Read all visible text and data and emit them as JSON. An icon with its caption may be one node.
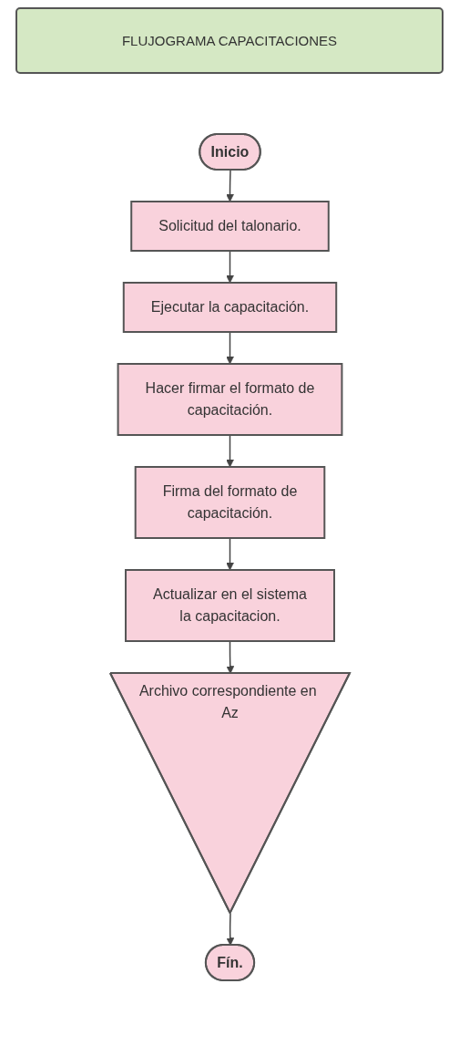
{
  "diagram": {
    "title": "FLUJOGRAMA CAPACITACIONES",
    "nodes": [
      {
        "text": [
          "Inicio"
        ]
      },
      {
        "text": [
          "Solicitud del talonario."
        ]
      },
      {
        "text": [
          "Ejecutar la capacitación."
        ]
      },
      {
        "text": [
          "Hacer firmar el formato de capacitación."
        ]
      },
      {
        "text": [
          "Firma del formato de capacitación."
        ]
      },
      {
        "text": [
          "Actualizar en el sistema la capacitacion."
        ]
      },
      {
        "text": [
          "Archivo correspondiente en Az"
        ]
      },
      {
        "text": [
          "Fín."
        ]
      }
    ],
    "edges": [
      {
        "from": 0,
        "to": 1,
        "arrow": "to"
      },
      {
        "from": 1,
        "to": 2,
        "arrow": "to"
      },
      {
        "from": 2,
        "to": 3,
        "arrow": "to"
      },
      {
        "from": 3,
        "to": 4,
        "arrow": "to"
      },
      {
        "from": 4,
        "to": 5,
        "arrow": "to"
      },
      {
        "from": 5,
        "to": 6,
        "arrow": "to"
      },
      {
        "from": 6,
        "to": 7,
        "arrow": "to"
      }
    ]
  }
}
